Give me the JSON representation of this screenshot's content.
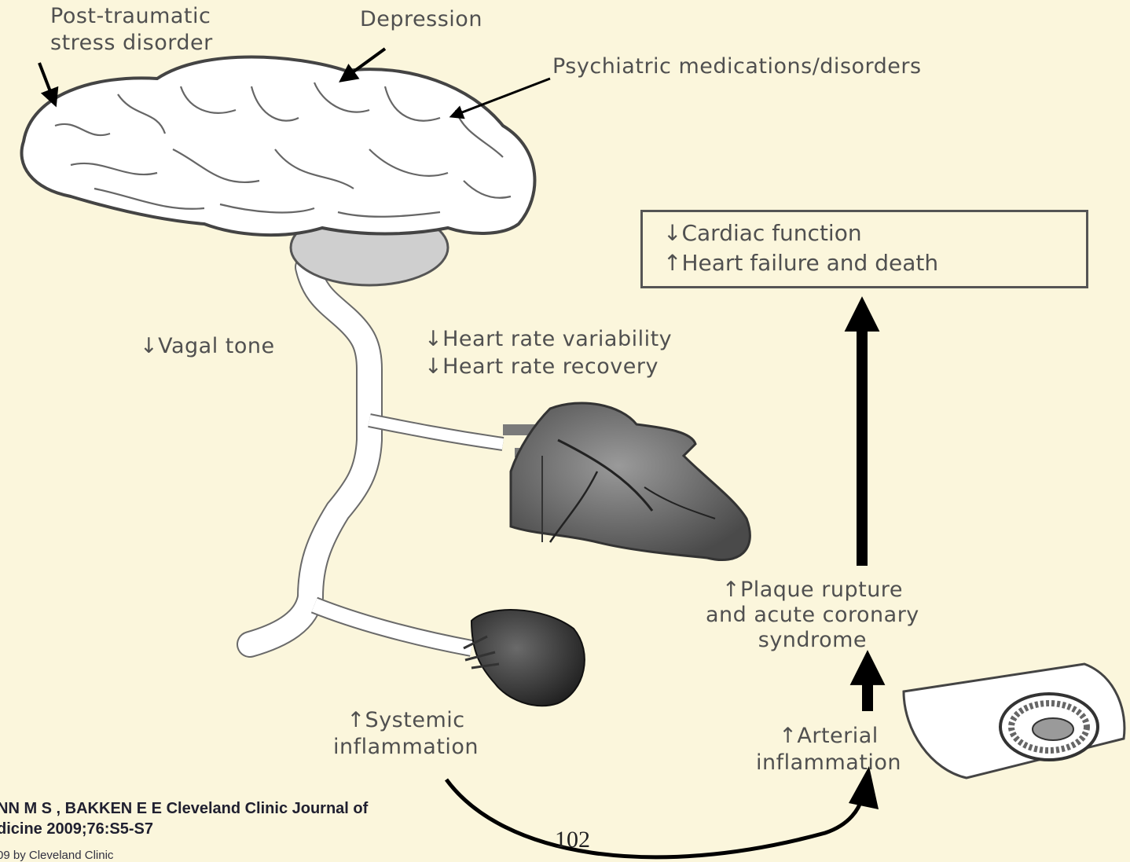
{
  "labels": {
    "ptsd": "Post-traumatic\nstress disorder",
    "depression": "Depression",
    "psychiatric": "Psychiatric medications/disorders",
    "vagal_tone": "↓Vagal tone",
    "hrv": "↓Heart rate variability",
    "hrr": "↓Heart rate recovery",
    "systemic": "↑Systemic\ninflammation",
    "arterial": "↑Arterial\ninflammation",
    "plaque": "↑Plaque rupture\nand acute coronary\nsyndrome"
  },
  "outcome_box": {
    "line1": "↓Cardiac function",
    "line2": "↑Heart failure and death"
  },
  "citation": {
    "text": "NN M S , BAKKEN E E Cleveland Clinic Journal of\ndicine 2009;76:S5-S7",
    "copyright": "09 by Cleveland Clinic"
  },
  "page_number": "102",
  "icons": [
    "brain-icon",
    "vagus-nerve-icon",
    "heart-icon",
    "spleen-icon",
    "artery-icon"
  ],
  "colors": {
    "background": "#fbf6dc",
    "ink": "#000000",
    "text": "#505050"
  }
}
